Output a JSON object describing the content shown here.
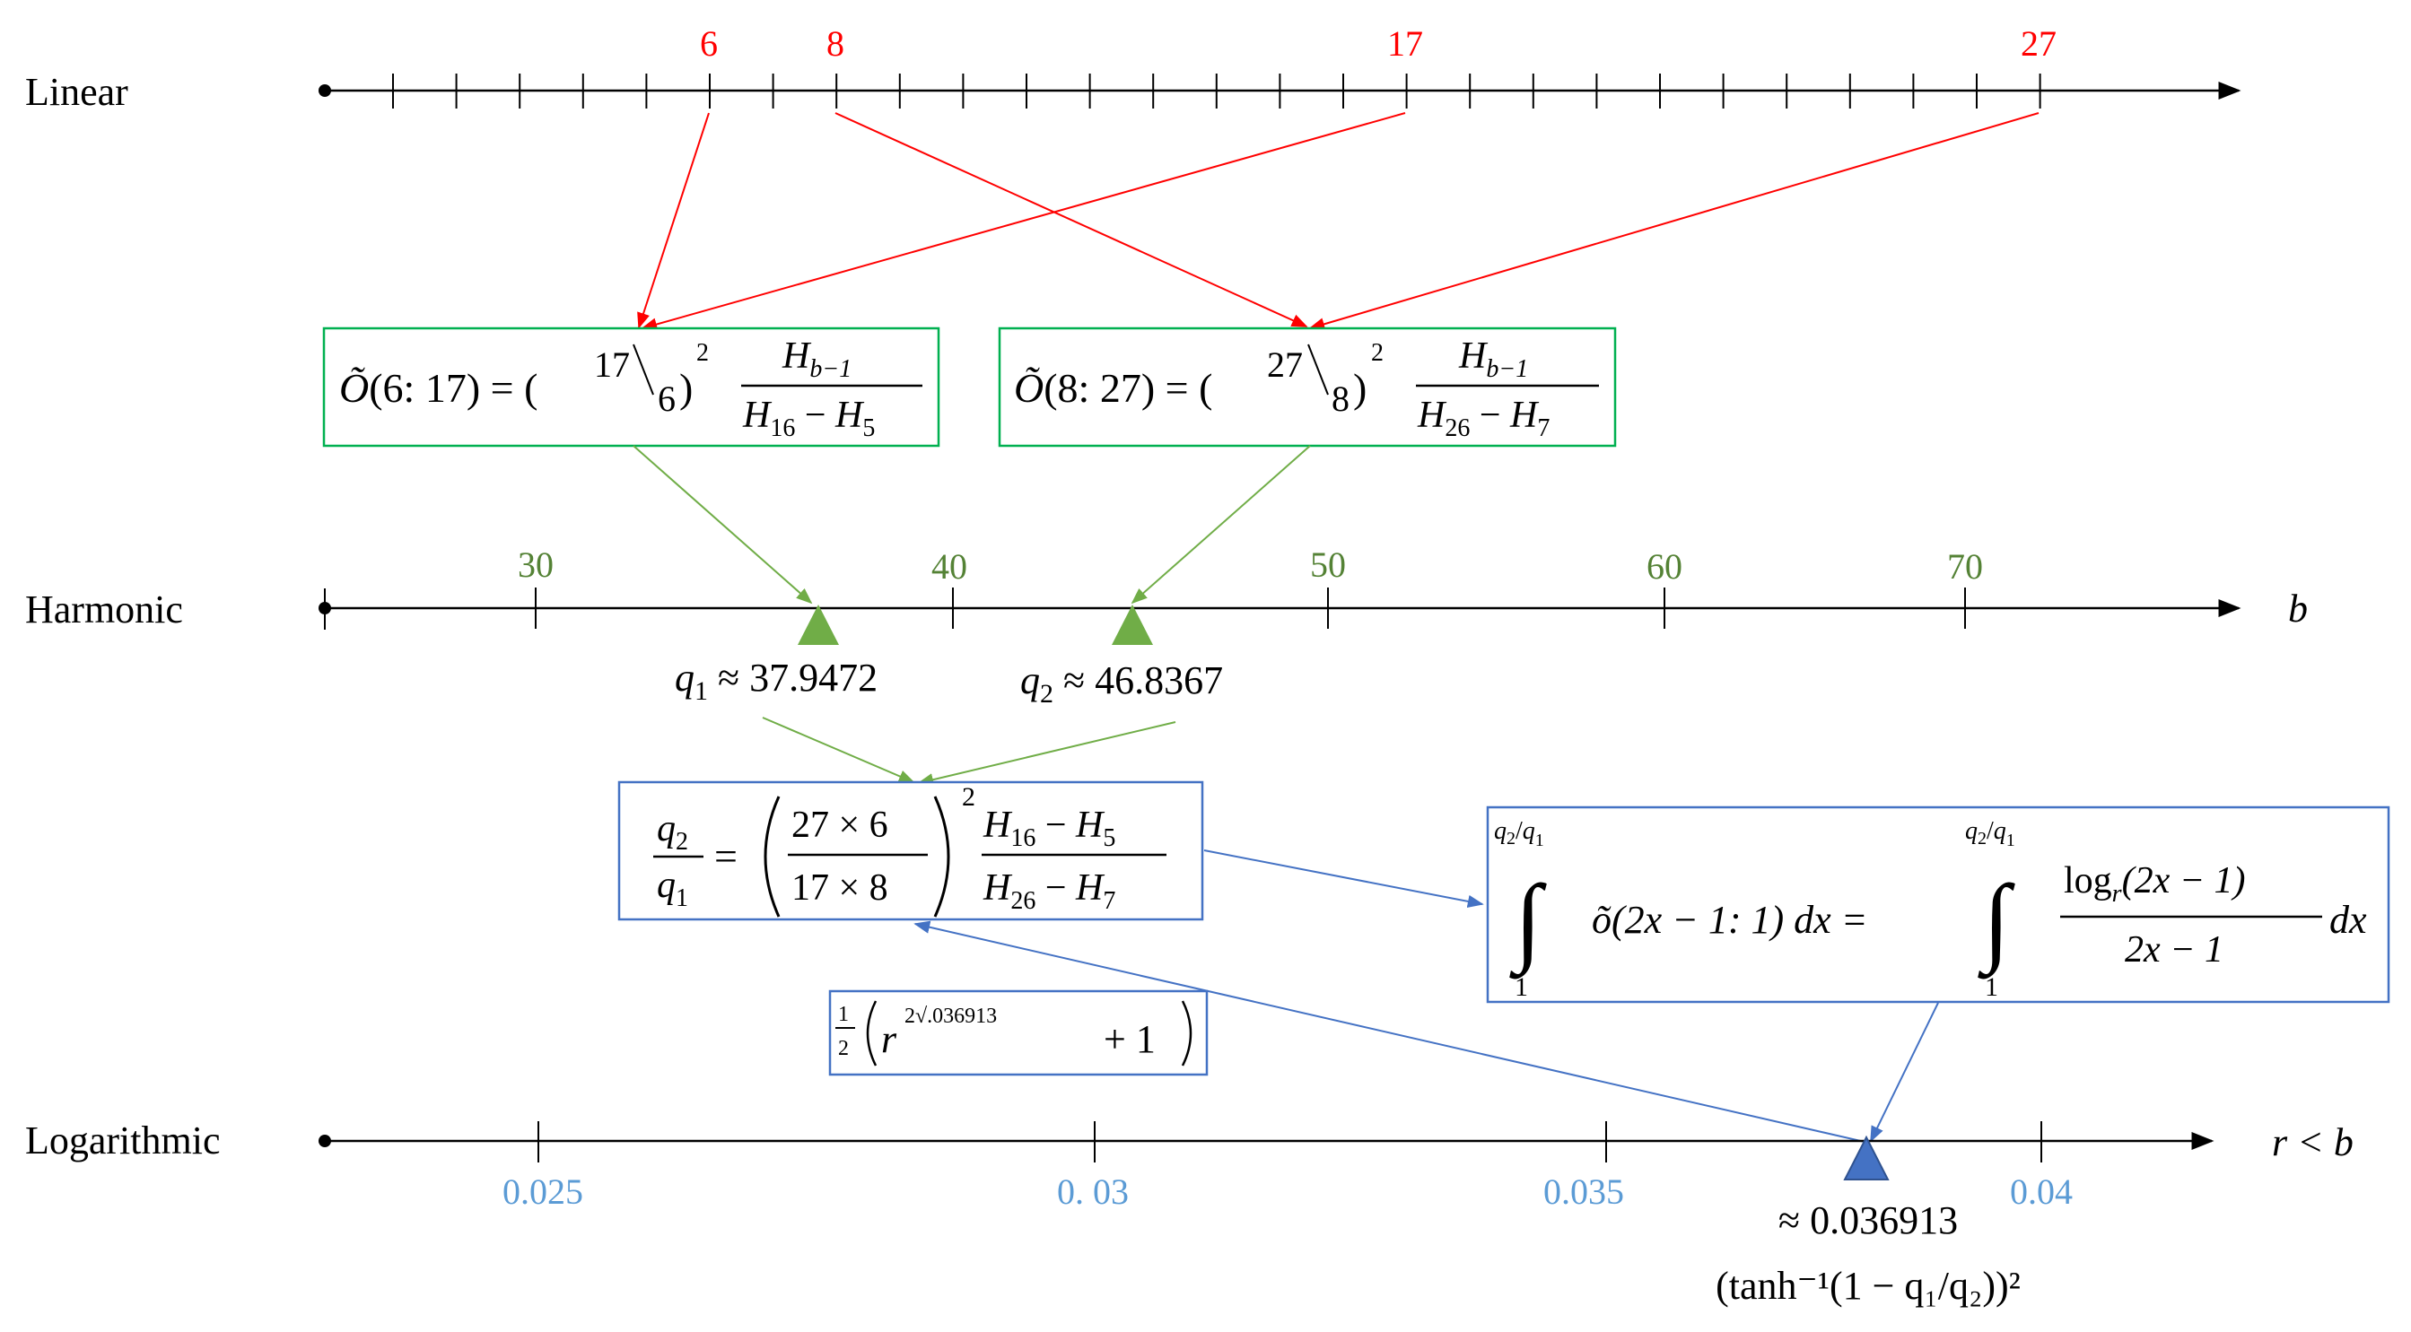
{
  "rows": {
    "linear": "Linear",
    "harmonic": "Harmonic",
    "logarithmic": "Logarithmic"
  },
  "linear_axis": {
    "highlighted": [
      "6",
      "8",
      "17",
      "27"
    ],
    "color": "#ff0000"
  },
  "harmonic_axis": {
    "ticks": [
      "30",
      "40",
      "50",
      "60",
      "70"
    ],
    "axis_var": "b",
    "color": "#548235",
    "q1_name": "q",
    "q1_sub": "1",
    "q1_value": "≈ 37.9472",
    "q2_name": "q",
    "q2_sub": "2",
    "q2_value": "≈ 46.8367"
  },
  "log_axis": {
    "ticks": [
      "0.025",
      "0. 03",
      "0.035",
      "0.04"
    ],
    "axis_var": "r < b",
    "color": "#5b9bd5",
    "marker_value": "≈ 0.036913",
    "marker_formula": "(tanh⁻¹(1 − q₁/q₂))²",
    "marker_color": "#4472c4"
  },
  "boxes": {
    "o1": {
      "lhs": "Õ(6: 17) = (",
      "num": "17",
      "den": "6",
      "exp": "2",
      "frac_top": "H",
      "frac_top_sub": "b−1",
      "frac_bot1": "H",
      "frac_bot1_sub": "16",
      "frac_bot2": "H",
      "frac_bot2_sub": "5",
      "border": "#00b050"
    },
    "o2": {
      "lhs": "Õ(8: 27) = (",
      "num": "27",
      "den": "8",
      "exp": "2",
      "frac_top": "H",
      "frac_top_sub": "b−1",
      "frac_bot1": "H",
      "frac_bot1_sub": "26",
      "frac_bot2": "H",
      "frac_bot2_sub": "7",
      "border": "#00b050"
    },
    "ratio": {
      "lhs_top": "q",
      "lhs_top_sub": "2",
      "lhs_bot": "q",
      "lhs_bot_sub": "1",
      "mid_top": "27 × 6",
      "mid_bot": "17 × 8",
      "exp": "2",
      "rhs_top": "H",
      "rhs_top_sub1": "16",
      "rhs_top_sub2": "5",
      "rhs_bot": "H",
      "rhs_bot_sub1": "26",
      "rhs_bot_sub2": "7",
      "border": "#4472c4"
    },
    "integral": {
      "upper": "q₂/q₁",
      "lower": "1",
      "integrand1": "õ(2x − 1: 1) dx =",
      "integrand2_top": "log",
      "integrand2_top_sub": "r",
      "integrand2_top_rest": "(2x − 1)",
      "integrand2_bot": "2x − 1",
      "dx": "dx",
      "border": "#4472c4"
    },
    "small": {
      "prefix_num": "1",
      "prefix_den": "2",
      "base": "r",
      "exponent": "2√.036913",
      "suffix": "+ 1",
      "border": "#4472c4"
    }
  }
}
